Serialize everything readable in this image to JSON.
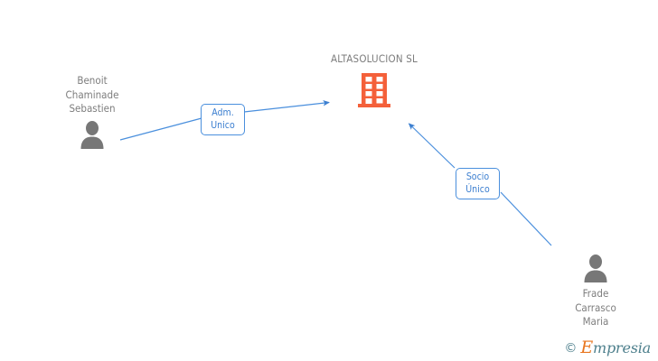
{
  "diagram": {
    "type": "corporate-relationship-graph",
    "background_color": "#ffffff",
    "company": {
      "name": "ALTASOLUCION SL",
      "icon": "building-icon",
      "icon_color": "#f4603a",
      "text_color": "#7d7d7d"
    },
    "persons": [
      {
        "id": "benoit",
        "icon": "person-icon",
        "icon_color": "#777777",
        "name_lines": [
          "Benoit",
          "Chaminade",
          "Sebastien"
        ],
        "label_position": "above-icon"
      },
      {
        "id": "frade",
        "icon": "person-icon",
        "icon_color": "#777777",
        "name_lines": [
          "Frade",
          "Carrasco",
          "Maria"
        ],
        "label_position": "below-icon"
      }
    ],
    "relations": [
      {
        "id": "adm-unico",
        "from": "benoit",
        "to": "company",
        "label_lines": [
          "Adm.",
          "Unico"
        ],
        "line_color": "#4a8fdd",
        "arrow_direction": "to-company"
      },
      {
        "id": "socio-unico",
        "from": "frade",
        "to": "company",
        "label_lines": [
          "Socio",
          "Único"
        ],
        "line_color": "#4a8fdd",
        "arrow_direction": "to-company"
      }
    ],
    "watermark": {
      "copyright": "©",
      "brand_initial": "E",
      "brand_rest": "mpresia",
      "brand_color": "#4d7f8c",
      "initial_color": "#e8761f"
    }
  }
}
